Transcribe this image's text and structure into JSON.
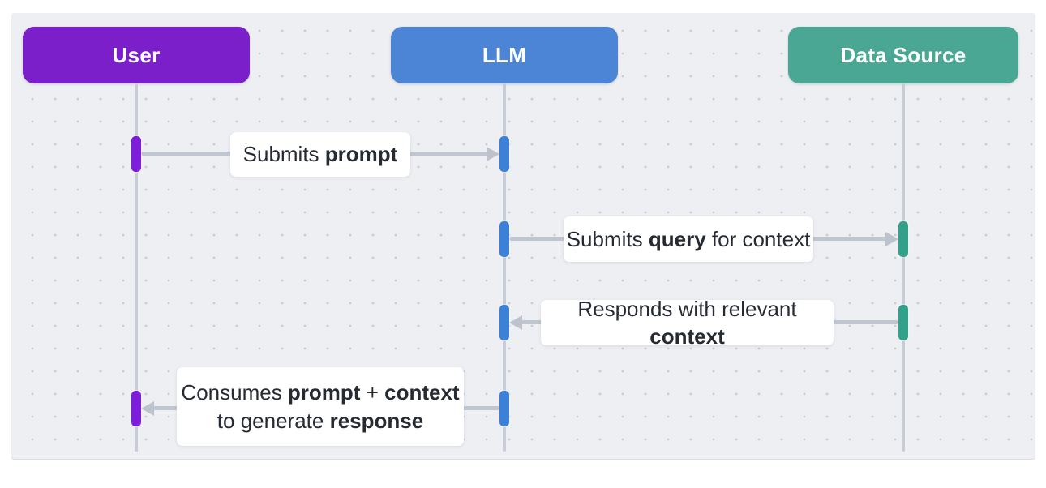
{
  "diagram": {
    "type": "sequence-diagram",
    "canvas": {
      "background": "#edeff3",
      "dot_color": "#c8ccd4",
      "page_background": "#ffffff"
    },
    "actors": [
      {
        "id": "user",
        "label": "User",
        "color": "#7a1fc9",
        "bar_color": "#7d1edb"
      },
      {
        "id": "llm",
        "label": "LLM",
        "color": "#4c85d6",
        "bar_color": "#3c80d8"
      },
      {
        "id": "data-source",
        "label": "Data Source",
        "color": "#4aa794",
        "bar_color": "#33a18a"
      }
    ],
    "line_colors": {
      "lifeline": "#c7ccd5",
      "arrow": "#c0c6d0",
      "label_text": "#262b33"
    },
    "messages": [
      {
        "from": "user",
        "to": "llm",
        "direction": "right",
        "lines": [
          [
            {
              "t": "Submits ",
              "b": false
            },
            {
              "t": "prompt",
              "b": true
            }
          ]
        ]
      },
      {
        "from": "llm",
        "to": "data-source",
        "direction": "right",
        "lines": [
          [
            {
              "t": "Submits ",
              "b": false
            },
            {
              "t": "query",
              "b": true
            },
            {
              "t": " for context",
              "b": false
            }
          ]
        ]
      },
      {
        "from": "data-source",
        "to": "llm",
        "direction": "left",
        "lines": [
          [
            {
              "t": "Responds with relevant ",
              "b": false
            },
            {
              "t": "context",
              "b": true
            }
          ]
        ]
      },
      {
        "from": "llm",
        "to": "user",
        "direction": "left",
        "lines": [
          [
            {
              "t": "Consumes ",
              "b": false
            },
            {
              "t": "prompt",
              "b": true
            },
            {
              "t": " + ",
              "b": false
            },
            {
              "t": "context",
              "b": true
            }
          ],
          [
            {
              "t": "to generate ",
              "b": false
            },
            {
              "t": "response",
              "b": true
            }
          ]
        ]
      }
    ]
  }
}
